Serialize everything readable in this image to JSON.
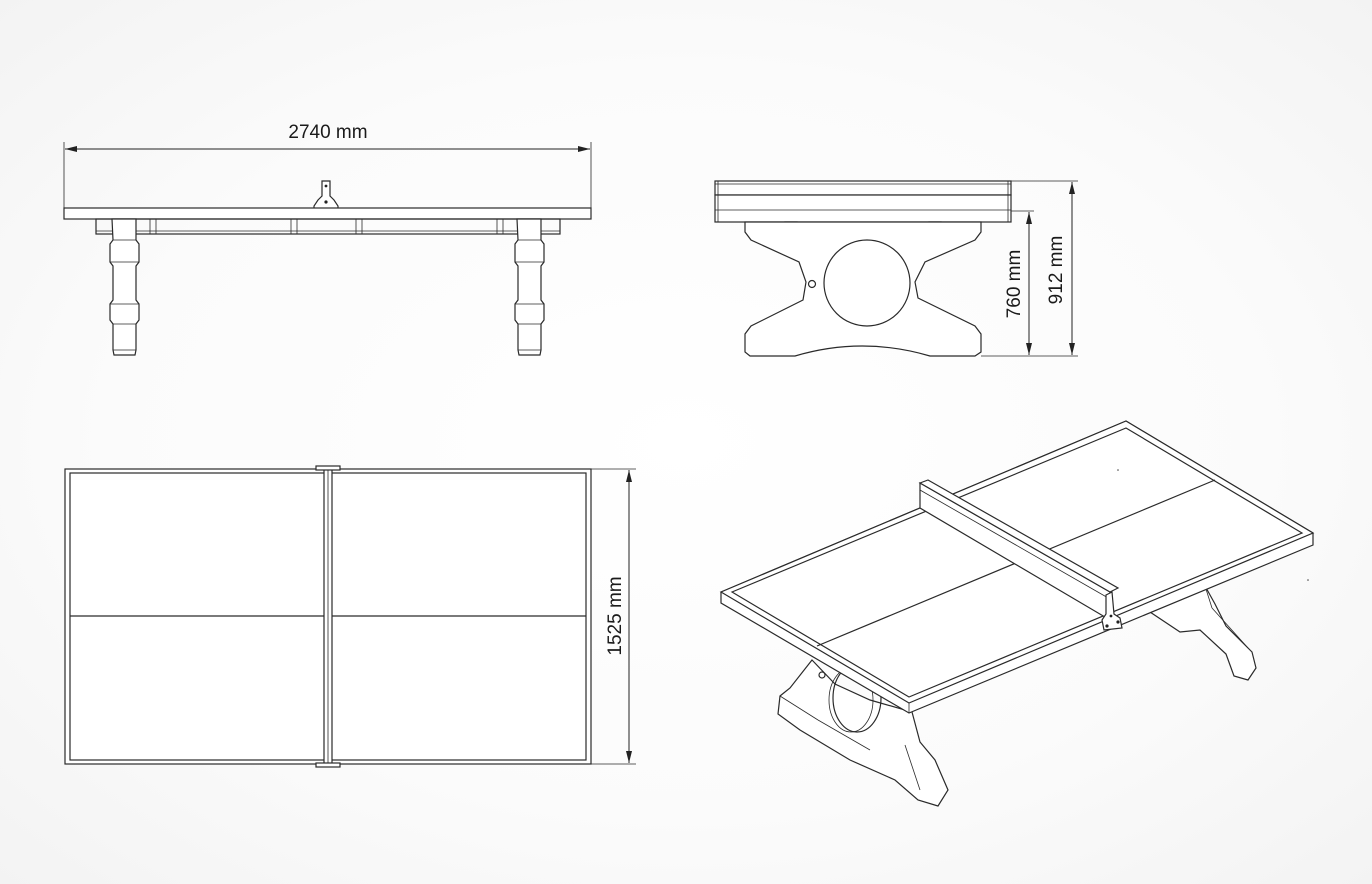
{
  "dimensions": {
    "length_label": "2740 mm",
    "height_table_label": "760 mm",
    "height_net_label": "912 mm",
    "width_label": "1525 mm"
  },
  "colors": {
    "line": "#2a2a2a",
    "background": "#ffffff"
  }
}
